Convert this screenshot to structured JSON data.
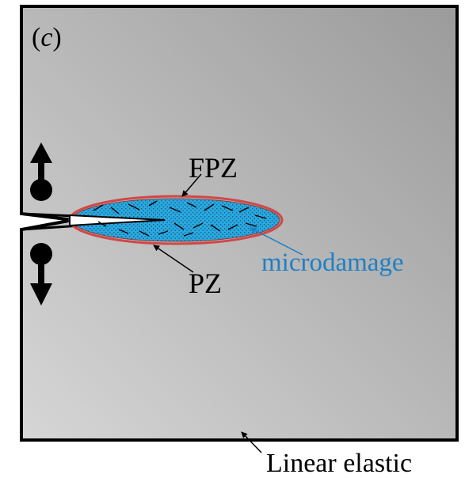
{
  "panel_label": {
    "prefix": "(",
    "letter": "c",
    "suffix": ")"
  },
  "labels": {
    "fpz": "FPZ",
    "pz": "PZ",
    "microdamage": "microdamage",
    "linear_elastic": "Linear elastic"
  },
  "colors": {
    "plate_light": "#d6d6d6",
    "plate_dark": "#9b9b9b",
    "frame": "#000000",
    "process_zone_edge": "#d04848",
    "microdamage_fill": "#29a9e1",
    "microdamage_dots": "#1a5f85",
    "microdamage_text": "#1f7fc4",
    "arrow": "#000000"
  },
  "icons": {
    "load_up": "arrow-up-icon",
    "load_down": "arrow-down-icon"
  }
}
